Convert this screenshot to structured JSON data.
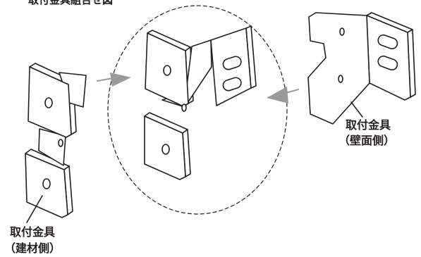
{
  "title": "取付金具組合せ図",
  "wall_bracket": {
    "label_line1": "取付金具",
    "label_line2": "（壁面側）"
  },
  "material_bracket": {
    "label_line1": "取付金具",
    "label_line2": "（建材側）"
  },
  "colors": {
    "line": "#231f20",
    "arrow": "#9a9a9a",
    "fill": "#ffffff"
  }
}
